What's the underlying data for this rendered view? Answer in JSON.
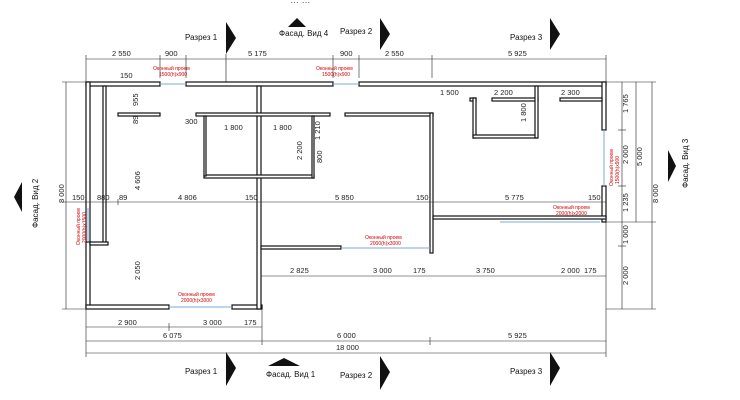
{
  "header_fragment": "… …",
  "sections": [
    {
      "id": "s1",
      "label": "Разрез 1"
    },
    {
      "id": "s2",
      "label": "Разрез 2"
    },
    {
      "id": "s3",
      "label": "Разрез 3"
    }
  ],
  "facades": {
    "f1": "Фасад. Вид 1",
    "f2": "Фасад. Вид 2",
    "f3": "Фасад. Вид 3",
    "f4": "Фасад. Вид 4"
  },
  "top_dims": [
    "2 550",
    "900",
    "5 175",
    "900",
    "2 550",
    "5 925"
  ],
  "bottom_dims_row1": [
    "2 900",
    "3 000",
    "175"
  ],
  "bottom_dims_row2": [
    "6 075",
    "6 000",
    "5 925"
  ],
  "bottom_total": "18 000",
  "left_dims": [
    "150",
    "880",
    "89",
    "4 806",
    "150",
    "5 850",
    "150",
    "5 775",
    "150"
  ],
  "inner_dims": {
    "d150": "150",
    "d955": "955",
    "d89": "89",
    "d300": "300",
    "d1800a": "1 800",
    "d1800b": "1 800",
    "d1210": "1 210",
    "d2200v": "2 200",
    "d800": "800",
    "d1500": "1 500",
    "d2200": "2 200",
    "d2300": "2 300",
    "d1800v": "1 800",
    "d4606": "4 606",
    "d2050": "2 050",
    "d2825": "2 825",
    "d3000": "3 000",
    "d175": "175",
    "d3750": "3 750",
    "d2000": "2 000",
    "d175b": "175"
  },
  "right_dims": [
    "1 765",
    "2 000",
    "1 235",
    "1 000",
    "2 000"
  ],
  "right_total_a": "5 000",
  "right_total_b": "8 000",
  "left_total": "8 000",
  "windows": {
    "w1": [
      "Оконный проем",
      "1500(h)х900"
    ],
    "w2": [
      "Оконный проем",
      "1500(h)х900"
    ],
    "w3": [
      "Оконный проем",
      "2000(h)х3000"
    ],
    "w4": [
      "Оконный проем",
      "2000(h)х1500"
    ],
    "w5": [
      "Оконный проем",
      "2000(h)х2000"
    ],
    "w6": [
      "Оконный проем",
      "2000(h)х3000"
    ],
    "w7": [
      "Оконный проем",
      "1500(h)х900"
    ]
  }
}
